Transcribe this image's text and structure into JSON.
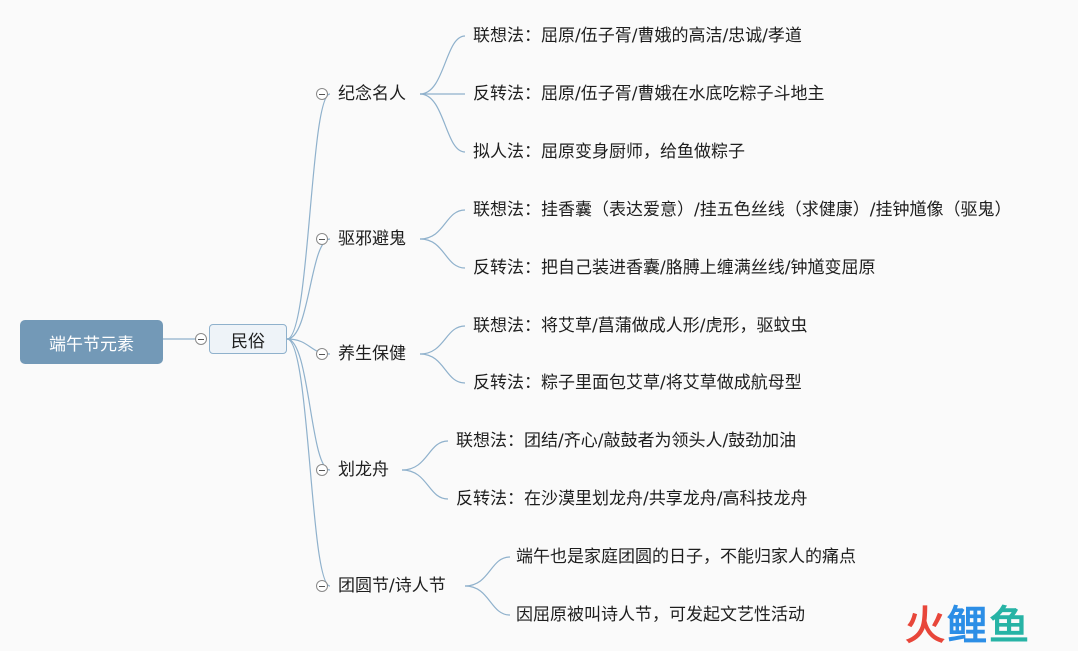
{
  "root": "端午节元素",
  "level1": "民俗",
  "branches": [
    {
      "label": "纪念名人",
      "leaves": [
        "联想法：屈原/伍子胥/曹娥的高洁/忠诚/孝道",
        "反转法：屈原/伍子胥/曹娥在水底吃粽子斗地主",
        "拟人法：屈原变身厨师，给鱼做粽子"
      ]
    },
    {
      "label": "驱邪避鬼",
      "leaves": [
        "联想法：挂香囊（表达爱意）/挂五色丝线（求健康）/挂钟馗像（驱鬼）",
        "反转法：把自己装进香囊/胳膊上缠满丝线/钟馗变屈原"
      ]
    },
    {
      "label": "养生保健",
      "leaves": [
        "联想法：将艾草/菖蒲做成人形/虎形，驱蚊虫",
        "反转法：粽子里面包艾草/将艾草做成航母型"
      ]
    },
    {
      "label": "划龙舟",
      "leaves": [
        "联想法：团结/齐心/敲鼓者为领头人/鼓劲加油",
        "反转法：在沙漠里划龙舟/共享龙舟/高科技龙舟"
      ]
    },
    {
      "label": "团圆节/诗人节",
      "leaves": [
        "端午也是家庭团圆的日子，不能归家人的痛点",
        "因屈原被叫诗人节，可发起文艺性活动"
      ]
    }
  ],
  "watermark": {
    "char1": "火",
    "char2": "鲤",
    "char3": "鱼"
  },
  "colors": {
    "root_fill": "#7399b7",
    "connector": "#8fb1cc",
    "level1_fill": "#eef3f8",
    "watermark_red": "#e8463a",
    "watermark_blue": "#2c8ee6",
    "watermark_teal": "#27b3a5"
  }
}
